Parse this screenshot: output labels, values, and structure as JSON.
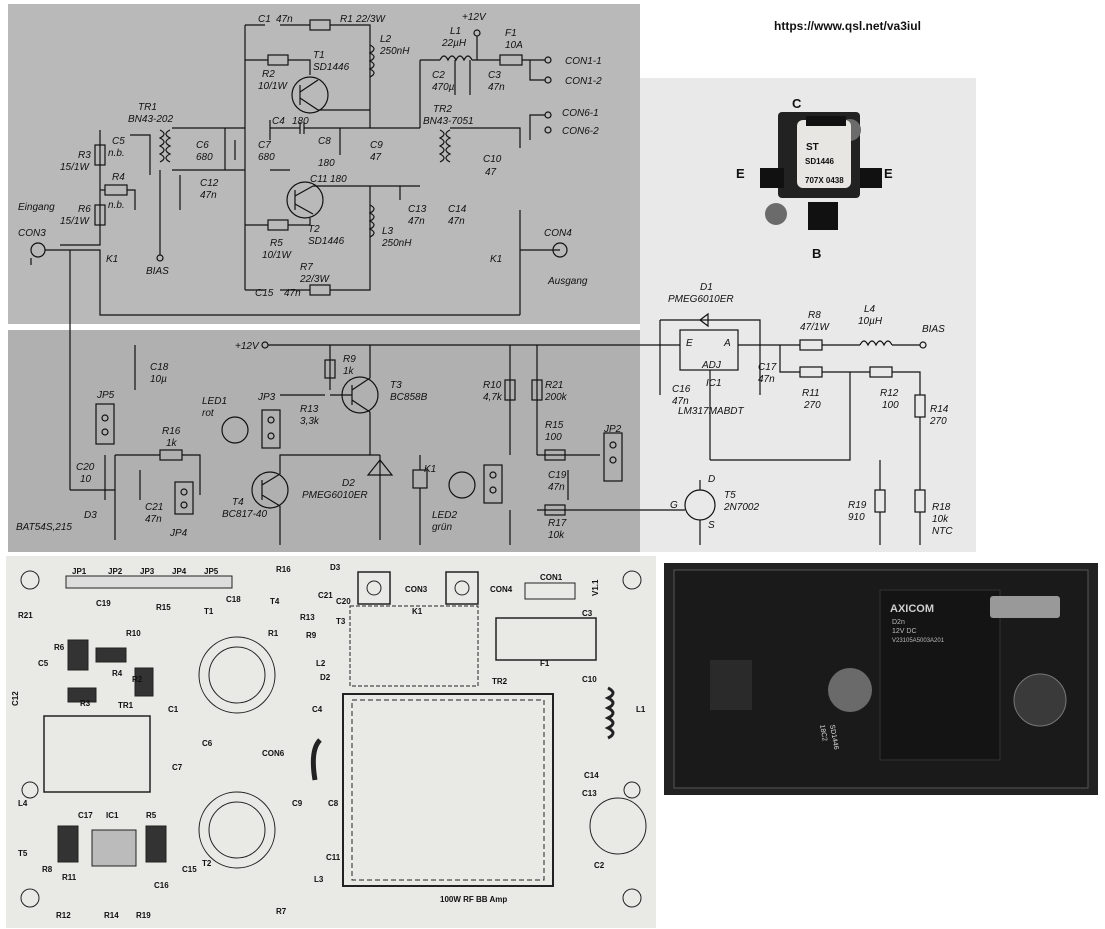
{
  "site_url": "https://www.qsl.net/va3iul",
  "transistor_photo": {
    "marking1": "SD1446",
    "marking2": "707X 0438",
    "logo": "ST",
    "pin_c": "C",
    "pin_e_left": "E",
    "pin_e_right": "E",
    "pin_b": "B"
  },
  "top": {
    "c1": "C1",
    "c1v": "47n",
    "r1": "R1",
    "r1v": "22/3W",
    "t1": "T1",
    "t1v": "SD1446",
    "r2": "R2",
    "r2v": "10/1W",
    "l2": "L2",
    "l2v": "250nH",
    "v12": "+12V",
    "l1": "L1",
    "l1v": "22µH",
    "f1": "F1",
    "f1v": "10A",
    "c2": "C2",
    "c2v": "470µ",
    "c3": "C3",
    "c3v": "47n",
    "con1_1": "CON1-1",
    "con1_2": "CON1-2",
    "tr1": "TR1",
    "tr1v": "BN43-202",
    "c4": "C4",
    "c4v": "180",
    "c8": "C8",
    "c8v": "180",
    "c9": "C9",
    "c9v": "47",
    "tr2": "TR2",
    "tr2v": "BN43-7051",
    "con6_1": "CON6-1",
    "con6_2": "CON6-2",
    "c5": "C5",
    "c5v": "n.b.",
    "r3": "R3",
    "r3v": "15/1W",
    "r4": "R4",
    "r4v": "n.b.",
    "c6": "C6",
    "c6v": "680",
    "c7": "C7",
    "c7v": "680",
    "c11": "C11",
    "c11v": "180",
    "c10": "C10",
    "c10v": "47",
    "c12": "C12",
    "c12v": "47n",
    "c13": "C13",
    "c13v": "47n",
    "c14": "C14",
    "c14v": "47n",
    "eingang": "Eingang",
    "r6": "R6",
    "r6v": "15/1W",
    "t2": "T2",
    "t2v": "SD1446",
    "r5": "R5",
    "r5v": "10/1W",
    "l3": "L3",
    "l3v": "250nH",
    "con3": "CON3",
    "con4": "CON4",
    "k1a": "K1",
    "k1b": "K1",
    "ausgang": "Ausgang",
    "bias": "BIAS",
    "r7": "R7",
    "r7v": "22/3W",
    "c15": "C15",
    "c15v": "47n"
  },
  "bottom": {
    "v12": "+12V",
    "c18": "C18",
    "c18v": "10µ",
    "r9": "R9",
    "r9v": "1k",
    "t3": "T3",
    "t3v": "BC858B",
    "r10": "R10",
    "r10v": "4,7k",
    "r21": "R21",
    "r21v": "200k",
    "jp5": "JP5",
    "led1": "LED1",
    "led1v": "rot",
    "jp3": "JP3",
    "r13": "R13",
    "r13v": "3,3k",
    "r16": "R16",
    "r16v": "1k",
    "r15": "R15",
    "r15v": "100",
    "jp2": "JP2",
    "c20": "C20",
    "c20v": "10",
    "c21": "C21",
    "c21v": "47n",
    "t4": "T4",
    "t4v": "BC817-40",
    "d2": "D2",
    "d2v": "PMEG6010ER",
    "k1": "K1",
    "c19": "C19",
    "c19v": "47n",
    "led2": "LED2",
    "led2v": "grün",
    "jp4": "JP4",
    "r17": "R17",
    "r17v": "10k",
    "d3": "D3",
    "d3v": "BAT54S,215"
  },
  "right": {
    "d1": "D1",
    "d1v": "PMEG6010ER",
    "r8": "R8",
    "r8v": "47/1W",
    "l4": "L4",
    "l4v": "10µH",
    "bias": "BIAS",
    "e": "E",
    "adj": "ADJ",
    "a": "A",
    "c16": "C16",
    "c16v": "47n",
    "c17": "C17",
    "c17v": "47n",
    "ic1": "IC1",
    "ic1v": "LM317MABDT",
    "r11": "R11",
    "r11v": "270",
    "r12": "R12",
    "r12v": "100",
    "r14": "R14",
    "r14v": "270",
    "d": "D",
    "g": "G",
    "s": "S",
    "t5": "T5",
    "t5v": "2N7002",
    "r19": "R19",
    "r19v": "910",
    "r18": "R18",
    "r18v": "10k",
    "ntc": "NTC"
  },
  "pcb": {
    "jp1": "JP1",
    "jp2": "JP2",
    "jp3": "JP3",
    "jp4": "JP4",
    "jp5": "JP5",
    "r16": "R16",
    "d3": "D3",
    "con3": "CON3",
    "con4": "CON4",
    "con1": "CON1",
    "version": "V1.1",
    "c19": "C19",
    "r15": "R15",
    "c18": "C18",
    "t4": "T4",
    "c21": "C21",
    "c20": "C20",
    "r13": "R13",
    "t3": "T3",
    "k1": "K1",
    "c3": "C3",
    "r21": "R21",
    "r6": "R6",
    "r10": "R10",
    "t1": "T1",
    "r1": "R1",
    "r9": "R9",
    "l2": "L2",
    "d2": "D2",
    "f1": "F1",
    "c5": "C5",
    "r4": "R4",
    "r2": "R2",
    "tr2": "TR2",
    "c10": "C10",
    "l1": "L1",
    "c12": "C12",
    "r3": "R3",
    "tr1": "TR1",
    "c1": "C1",
    "c6": "C6",
    "con6": "CON6",
    "c7": "C7",
    "c4": "C4",
    "c14": "C14",
    "c13": "C13",
    "c9": "C9",
    "c8": "C8",
    "l4": "L4",
    "c17": "C17",
    "ic1": "IC1",
    "r5": "R5",
    "t5": "T5",
    "c11": "C11",
    "r8": "R8",
    "r11": "R11",
    "c16": "C16",
    "c15": "C15",
    "t2": "T2",
    "l3": "L3",
    "c2": "C2",
    "r12": "R12",
    "r14": "R14",
    "r19": "R19",
    "r7": "R7",
    "title": "100W RF BB Amp"
  },
  "photo": {
    "relay_brand": "AXICOM",
    "relay_model": "D2n",
    "relay_rating": "12V DC",
    "relay_part": "V23105A5003A201",
    "tr_mark1": "SD1446",
    "tr_mark2": "18C2"
  }
}
